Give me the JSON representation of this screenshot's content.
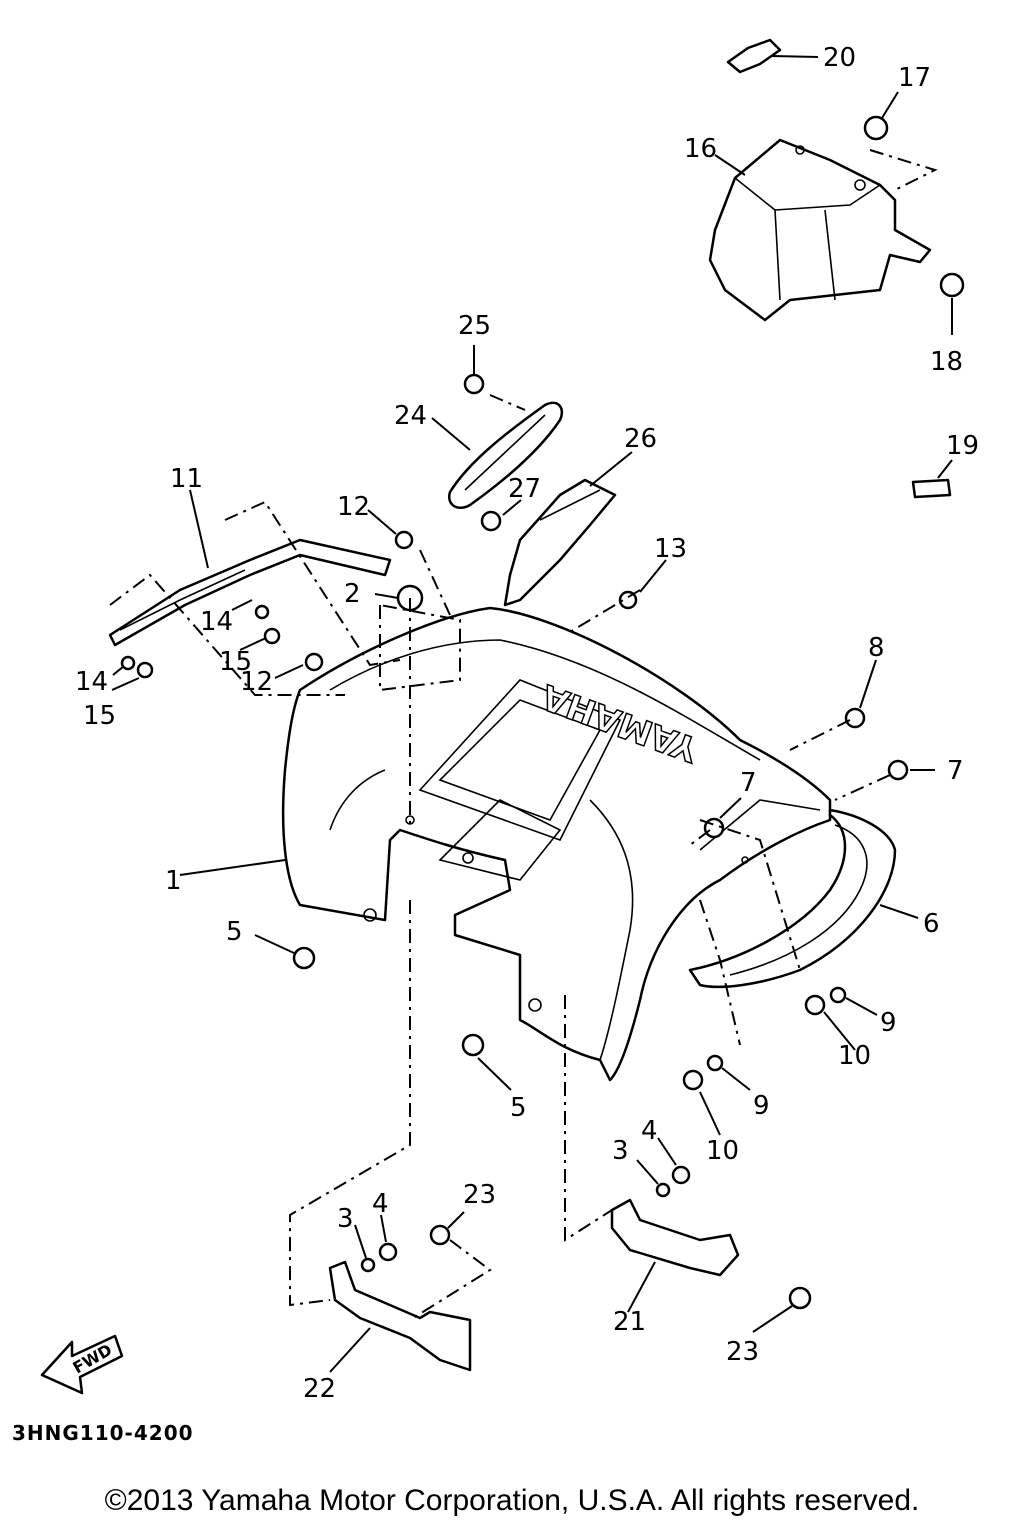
{
  "callouts": [
    {
      "num": "1"
    },
    {
      "num": "2"
    },
    {
      "num": "3"
    },
    {
      "num": "3"
    },
    {
      "num": "4"
    },
    {
      "num": "4"
    },
    {
      "num": "5"
    },
    {
      "num": "5"
    },
    {
      "num": "6"
    },
    {
      "num": "7"
    },
    {
      "num": "7"
    },
    {
      "num": "8"
    },
    {
      "num": "9"
    },
    {
      "num": "9"
    },
    {
      "num": "10"
    },
    {
      "num": "10"
    },
    {
      "num": "11"
    },
    {
      "num": "12"
    },
    {
      "num": "12"
    },
    {
      "num": "13"
    },
    {
      "num": "14"
    },
    {
      "num": "14"
    },
    {
      "num": "15"
    },
    {
      "num": "15"
    },
    {
      "num": "16"
    },
    {
      "num": "17"
    },
    {
      "num": "18"
    },
    {
      "num": "19"
    },
    {
      "num": "20"
    },
    {
      "num": "21"
    },
    {
      "num": "22"
    },
    {
      "num": "23"
    },
    {
      "num": "23"
    },
    {
      "num": "24"
    },
    {
      "num": "25"
    },
    {
      "num": "26"
    },
    {
      "num": "27"
    }
  ],
  "fender_logo": "YAMAHA",
  "fwd_arrow": "FWD",
  "diagram_code": "3HNG110-4200",
  "copyright": "©2013 Yamaha Motor Corporation, U.S.A. All rights reserved."
}
